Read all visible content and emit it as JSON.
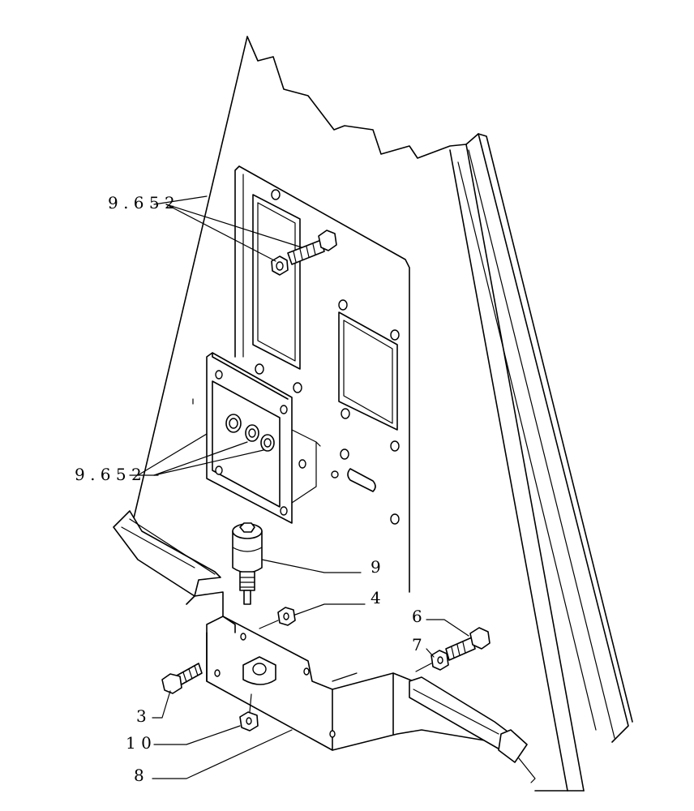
{
  "callouts": {
    "ref_top": "9 . 6 5 2",
    "ref_mid": "9 . 6 5 2",
    "item_9": "9",
    "item_4": "4",
    "item_6": "6",
    "item_7": "7",
    "item_3": "3",
    "item_10": "1 0",
    "item_8": "8"
  }
}
